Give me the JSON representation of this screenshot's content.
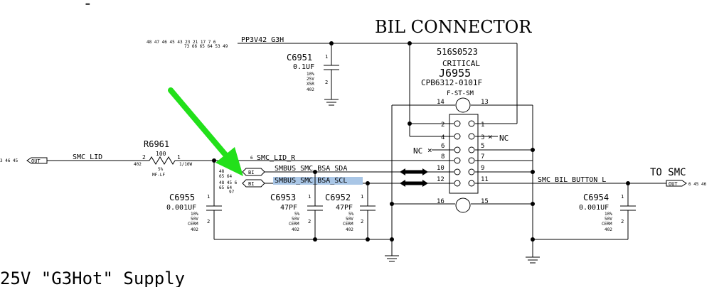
{
  "title": "BIL CONNECTOR",
  "to_smc": "TO SMC",
  "footer": "25V \"G3Hot\" Supply",
  "top_bar_char": "=",
  "power": {
    "net": "PP3V42_G3H",
    "refs_top": "48 47 46 45 43 23 21 17 7 6",
    "refs_bottom": "73 66 65 64 53 49"
  },
  "connector": {
    "part": "516S0523",
    "critical": "CRITICAL",
    "ref": "J6955",
    "mpn": "CPB6312-0101F",
    "type": "F-ST-SM",
    "pins_left": [
      "2",
      "4",
      "6",
      "8",
      "10",
      "12"
    ],
    "pins_right": [
      "1",
      "3",
      "5",
      "7",
      "9",
      "11"
    ],
    "shield_left_top": "14",
    "shield_right_top": "13",
    "shield_left_bottom": "16",
    "shield_right_bottom": "15",
    "nc": "NC"
  },
  "nets": {
    "smc_lid": "SMC_LID",
    "smc_lid_refs": "3 46 45",
    "smc_lid_r": "SMC_LID_R",
    "smc_lid_r_ref": "6",
    "sda": "SMBUS_SMC_BSA_SDA",
    "scl": "SMBUS_SMC_BSA_SCL",
    "sda_refs_a": "48",
    "sda_refs_b": "65 64",
    "scl_refs_a": "48 45 6",
    "scl_refs_b": "65 64",
    "scl_refs_c": "97",
    "bil_button": "SMC_BIL_BUTTON_L",
    "bil_refs": "6 45 46",
    "port_out": "OUT",
    "port_bi": "BI"
  },
  "r6961": {
    "ref": "R6961",
    "value": "100",
    "pin1": "1",
    "pin2": "2",
    "size": "402",
    "tol": "5%",
    "power": "1/16W",
    "type": "MF-LF"
  },
  "capacitors": {
    "c6951": {
      "ref": "C6951",
      "value": "0.1UF",
      "tol": "10%",
      "volt": "25V",
      "diel": "X5R",
      "size": "402"
    },
    "c6955": {
      "ref": "C6955",
      "value": "0.001UF",
      "tol": "10%",
      "volt": "50V",
      "diel": "CERM",
      "size": "402"
    },
    "c6953": {
      "ref": "C6953",
      "value": "47PF",
      "tol": "5%",
      "volt": "50V",
      "diel": "CERM",
      "size": "402"
    },
    "c6952": {
      "ref": "C6952",
      "value": "47PF",
      "tol": "5%",
      "volt": "50V",
      "diel": "CERM",
      "size": "402"
    },
    "c6954": {
      "ref": "C6954",
      "value": "0.001UF",
      "tol": "10%",
      "volt": "50V",
      "diel": "CERM",
      "size": "402"
    }
  },
  "pin_numbers": {
    "one": "1",
    "two": "2"
  }
}
